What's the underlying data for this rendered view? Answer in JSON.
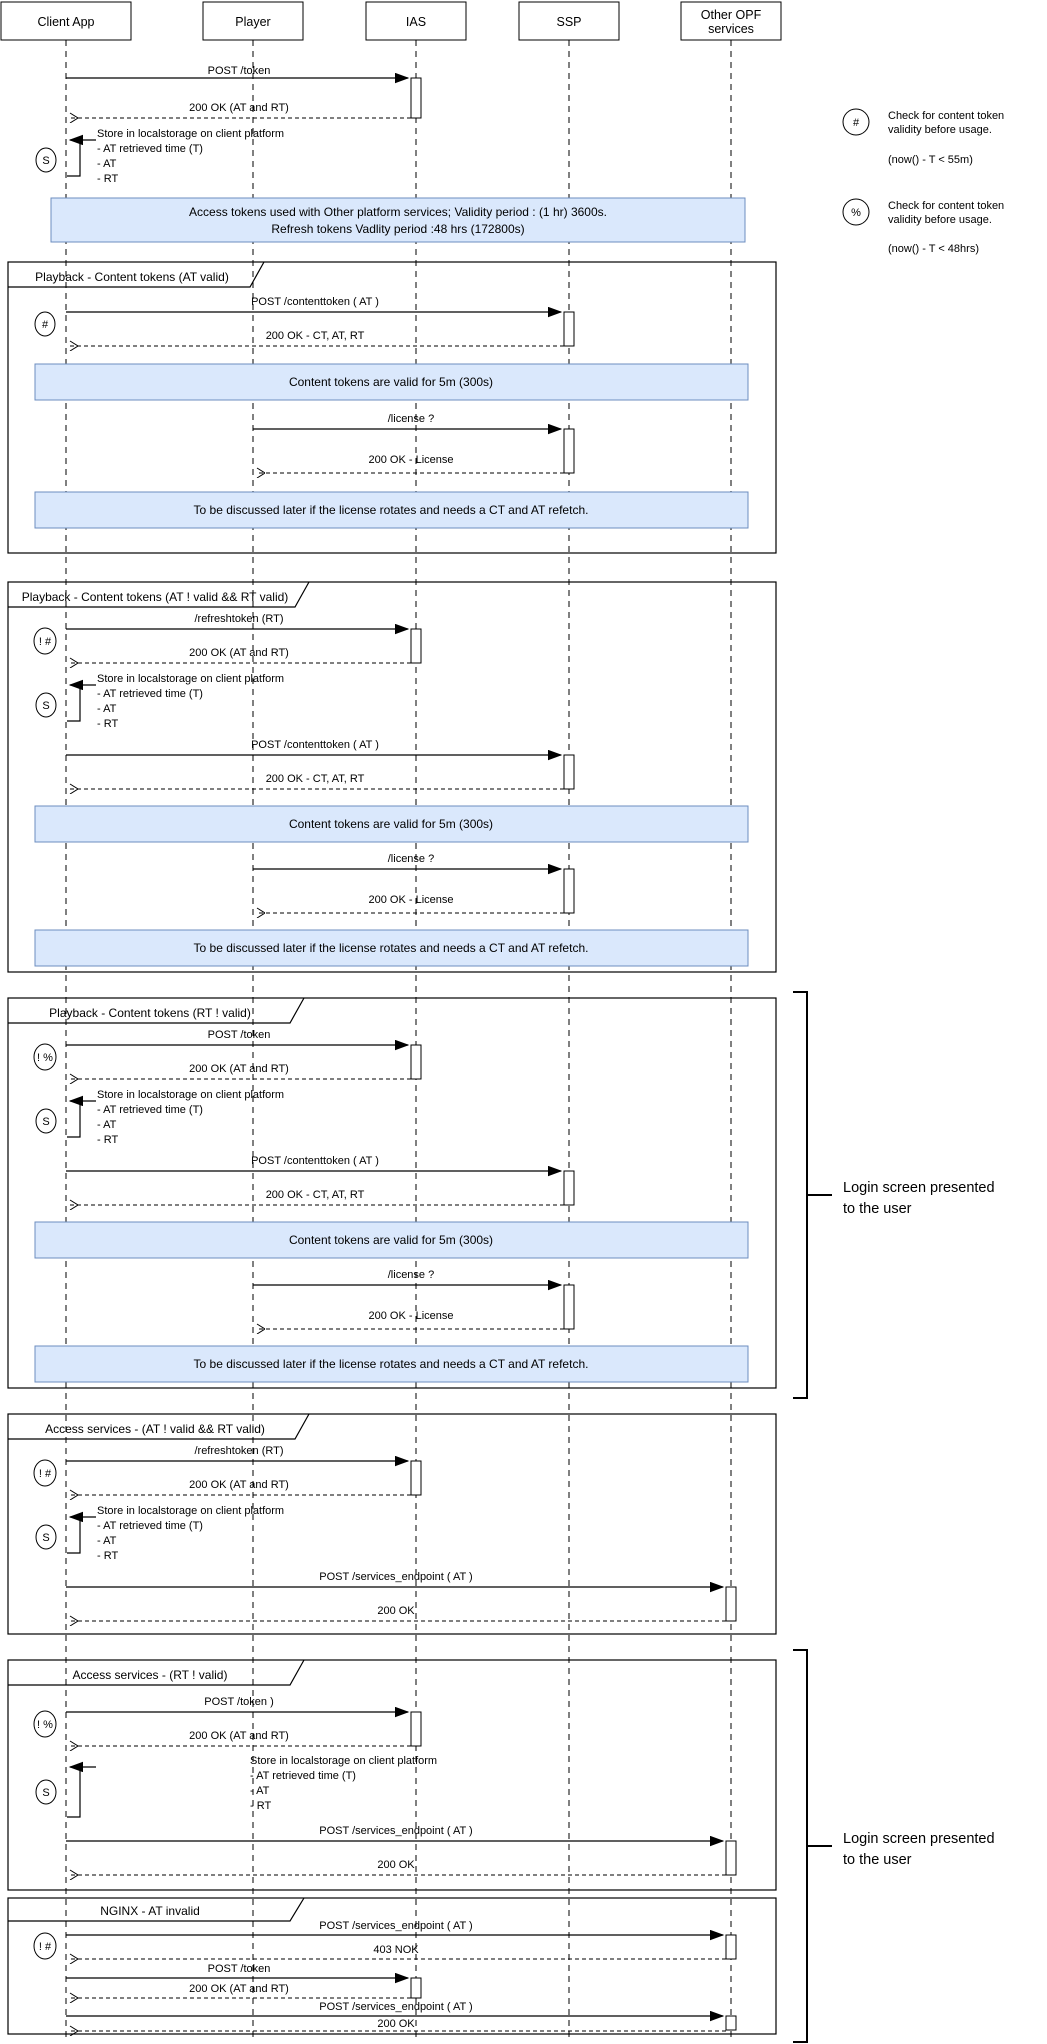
{
  "actors": {
    "client_app": "Client App",
    "player": "Player",
    "ias": "IAS",
    "ssp": "SSP",
    "opf_line1": "Other OPF",
    "opf_line2": "services"
  },
  "intro": {
    "post_token": "POST /token",
    "ok_at_rt": "200 OK (AT and RT)",
    "store_l1": "Store in localstorage on client platform",
    "store_l2": "- AT retrieved time (T)",
    "store_l3": "- AT",
    "store_l4": "- RT",
    "store_marker": "S",
    "banner_l1": "Access tokens used with Other platform services; Validity period : (1 hr) 3600s.",
    "banner_l2": "Refresh tokens Vadlity period :48 hrs (172800s)"
  },
  "legend": {
    "item1_symbol": "#",
    "item1_l1": "Check for content token",
    "item1_l2": "validity before usage.",
    "item1_formula": "(now() - T < 55m)",
    "item2_symbol": "%",
    "item2_l1": "Check for content token",
    "item2_l2": "validity before usage.",
    "item2_formula": "(now() - T <  48hrs)"
  },
  "f1": {
    "title": "Playback - Content tokens (AT valid)",
    "marker": "#",
    "post_ct": "POST /contenttoken ( AT )",
    "ok_ct": "200 OK - CT, AT, RT",
    "note1": "Content tokens are valid for 5m (300s)",
    "license": "/license ?",
    "ok_license": "200 OK - License",
    "note2": "To be discussed later if the license rotates and needs a CT and AT refetch."
  },
  "f2": {
    "title": "Playback - Content tokens (AT ! valid && RT valid)",
    "marker": "! #",
    "refresh": "/refreshtoken (RT)",
    "ok_at_rt": "200 OK (AT and RT)",
    "store_l1": "Store in localstorage on client platform",
    "store_l2": "- AT retrieved time (T)",
    "store_l3": "- AT",
    "store_l4": "- RT",
    "store_marker": "S",
    "post_ct": "POST /contenttoken ( AT )",
    "ok_ct": "200 OK - CT, AT, RT",
    "note1": "Content tokens are valid for 5m (300s)",
    "license": "/license ?",
    "ok_license": "200 OK - License",
    "note2": "To be discussed later if the license rotates and needs a CT and AT refetch."
  },
  "f3": {
    "title": "Playback - Content tokens (RT ! valid)",
    "marker": "! %",
    "post_token": "POST /token",
    "ok_at_rt": "200 OK (AT and RT)",
    "store_l1": "Store in localstorage on client platform",
    "store_l2": "- AT retrieved time (T)",
    "store_l3": "- AT",
    "store_l4": "- RT",
    "store_marker": "S",
    "post_ct": "POST /contenttoken ( AT )",
    "ok_ct": "200 OK - CT, AT, RT",
    "note1": "Content tokens are valid for 5m (300s)",
    "license": "/license ?",
    "ok_license": "200 OK - License",
    "note2": "To be discussed later if the license rotates and needs a CT and AT refetch."
  },
  "f4": {
    "title": "Access services - (AT ! valid && RT valid)",
    "marker": "! #",
    "refresh": "/refreshtoken (RT)",
    "ok_at_rt": "200 OK (AT and RT)",
    "store_l1": "Store in localstorage on client platform",
    "store_l2": "- AT retrieved time (T)",
    "store_l3": "- AT",
    "store_l4": "- RT",
    "store_marker": "S",
    "post_services": "POST /services_endpoint ( AT )",
    "ok": "200 OK"
  },
  "f5": {
    "title": "Access services - (RT ! valid)",
    "marker": "! %",
    "post_token": "POST /token )",
    "ok_at_rt": "200 OK (AT and RT)",
    "store_l1": "Store in localstorage on client platform",
    "store_l2": "- AT retrieved time (T)",
    "store_l3": "- AT",
    "store_l4": "- RT",
    "store_marker": "S",
    "post_services": "POST /services_endpoint ( AT )",
    "ok": "200 OK"
  },
  "f6": {
    "title": "NGINX - AT invalid",
    "marker": "! #",
    "post_services1": "POST /services_endpoint ( AT )",
    "nok": "403 NOK",
    "post_token": "POST /token",
    "ok_at_rt": "200 OK (AT and RT)",
    "post_services2": "POST /services_endpoint ( AT )",
    "ok": "200 OK"
  },
  "annotation1": {
    "l1": "Login screen presented",
    "l2": "to the user"
  },
  "annotation2": {
    "l1": "Login screen presented",
    "l2": "to the user"
  },
  "colors": {
    "note_fill": "#dae8fc",
    "note_border": "#6c8ebf",
    "error_text": "#ff0000",
    "frame_border": "#000000"
  }
}
